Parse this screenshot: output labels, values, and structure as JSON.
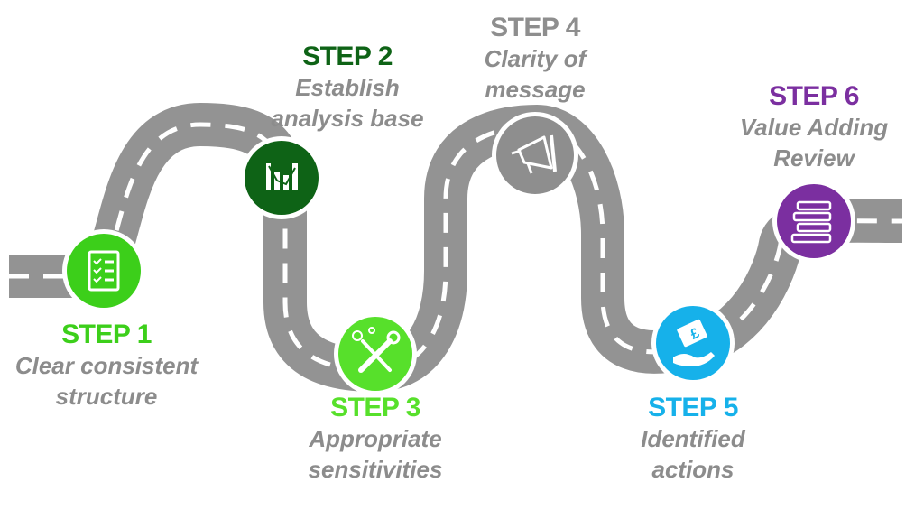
{
  "colors": {
    "road": "#939393",
    "road_mark": "#ffffff",
    "step1": "#3ccf1a",
    "step2": "#0e6316",
    "step3": "#57e02b",
    "step4": "#8e8e8e",
    "step5": "#16b1ea",
    "step6": "#7b2fa0",
    "description": "#8c8c8c"
  },
  "steps": [
    {
      "title": "STEP 1",
      "line1": "Clear consistent",
      "line2": "structure",
      "icon": "checklist-icon",
      "color": "#3ccf1a"
    },
    {
      "title": "STEP 2",
      "line1": "Establish",
      "line2": "analysis base",
      "icon": "bar-chart-icon",
      "color": "#0e6316"
    },
    {
      "title": "STEP 3",
      "line1": "Appropriate",
      "line2": "sensitivities",
      "icon": "wrench-screwdriver-icon",
      "color": "#57e02b"
    },
    {
      "title": "STEP 4",
      "line1": "Clarity of",
      "line2": "message",
      "icon": "megaphone-icon",
      "color": "#8e8e8e"
    },
    {
      "title": "STEP 5",
      "line1": "Identified",
      "line2": "actions",
      "icon": "hand-money-icon",
      "color": "#16b1ea"
    },
    {
      "title": "STEP 6",
      "line1": "Value Adding",
      "line2": "Review",
      "icon": "books-icon",
      "color": "#7b2fa0"
    }
  ]
}
